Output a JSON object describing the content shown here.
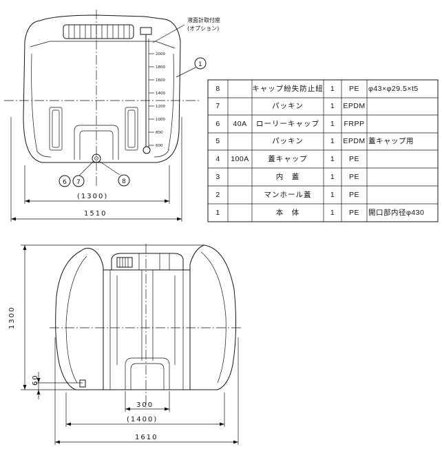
{
  "top_view": {
    "gauge_label_line1": "液面計取付座",
    "gauge_label_line2": "(オプション)",
    "gauge_scale": [
      "2000",
      "1800",
      "1600",
      "1400",
      "1200",
      "1000",
      "800",
      "600"
    ],
    "balloons": [
      "1",
      "6",
      "7",
      "8"
    ],
    "dim_inner": "(1300)",
    "dim_outer": "1510"
  },
  "side_view": {
    "dim_height": "1300",
    "dim_60": "60",
    "dim_300": "300",
    "dim_inner": "(1400)",
    "dim_outer": "1610"
  },
  "parts_table": {
    "rows": [
      {
        "no": "8",
        "qty_note": "",
        "name": "キャップ紛失防止紐",
        "count": "1",
        "material": "PE",
        "remark": "φ43×φ29.5×t5"
      },
      {
        "no": "7",
        "qty_note": "",
        "name": "パッキン",
        "count": "1",
        "material": "EPDM",
        "remark": ""
      },
      {
        "no": "6",
        "qty_note": "40A",
        "name": "ローリーキャップ",
        "count": "1",
        "material": "FRPP",
        "remark": ""
      },
      {
        "no": "5",
        "qty_note": "",
        "name": "パッキン",
        "count": "1",
        "material": "EPDM",
        "remark": "蓋キャップ用"
      },
      {
        "no": "4",
        "qty_note": "100A",
        "name": "蓋キャップ",
        "count": "1",
        "material": "PE",
        "remark": ""
      },
      {
        "no": "3",
        "qty_note": "",
        "name": "内　蓋",
        "count": "1",
        "material": "PE",
        "remark": ""
      },
      {
        "no": "2",
        "qty_note": "",
        "name": "マンホール蓋",
        "count": "1",
        "material": "PE",
        "remark": ""
      },
      {
        "no": "1",
        "qty_note": "",
        "name": "本　体",
        "count": "1",
        "material": "PE",
        "remark": "開口部内径φ430"
      }
    ]
  }
}
